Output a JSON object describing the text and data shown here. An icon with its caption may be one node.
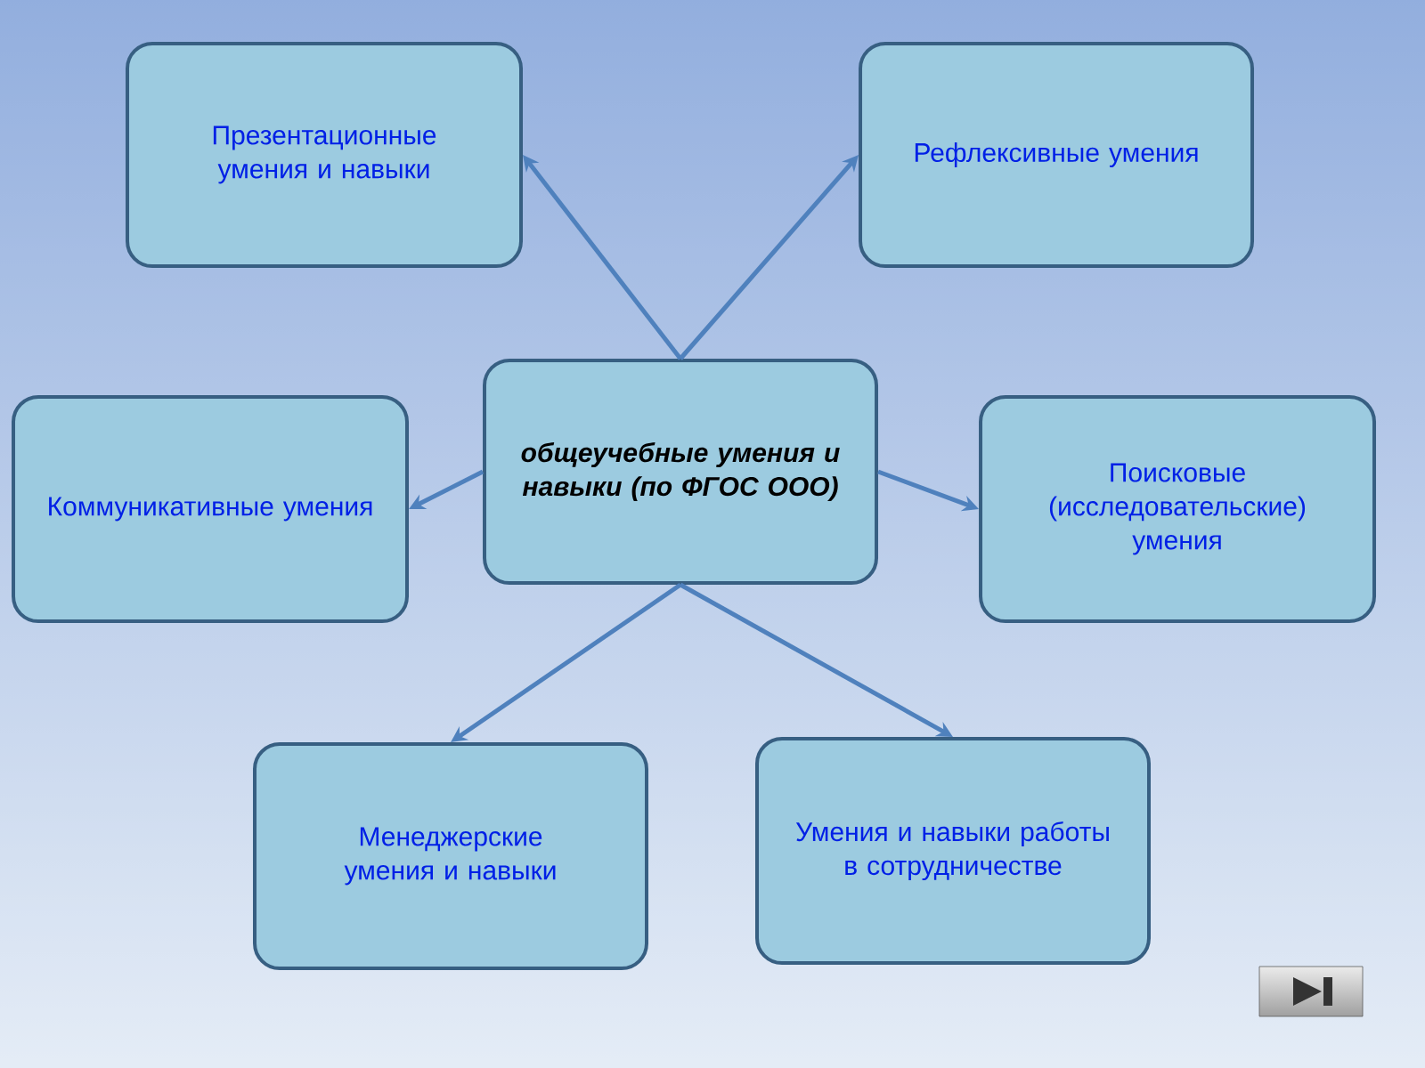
{
  "diagram": {
    "nodes": [
      {
        "text": [
          "общеучебные умения и навыки (по ФГОС ООО)"
        ]
      },
      {
        "text": [
          "Презентационные умения и навыки"
        ]
      },
      {
        "text": [
          "Рефлексивные умения"
        ]
      },
      {
        "text": [
          "Коммуникативные умения"
        ]
      },
      {
        "text": [
          "Поисковые (исследовательские) умения"
        ]
      },
      {
        "text": [
          "Менеджерские умения и навыки"
        ]
      },
      {
        "text": [
          "Умения и навыки работы в сотрудничестве"
        ]
      }
    ],
    "edges": [
      {
        "from": 0,
        "to": 1,
        "arrow": "to"
      },
      {
        "from": 0,
        "to": 2,
        "arrow": "to"
      },
      {
        "from": 0,
        "to": 3,
        "arrow": "to"
      },
      {
        "from": 0,
        "to": 4,
        "arrow": "to"
      },
      {
        "from": 0,
        "to": 5,
        "arrow": "to"
      },
      {
        "from": 0,
        "to": 6,
        "arrow": "to"
      }
    ]
  }
}
